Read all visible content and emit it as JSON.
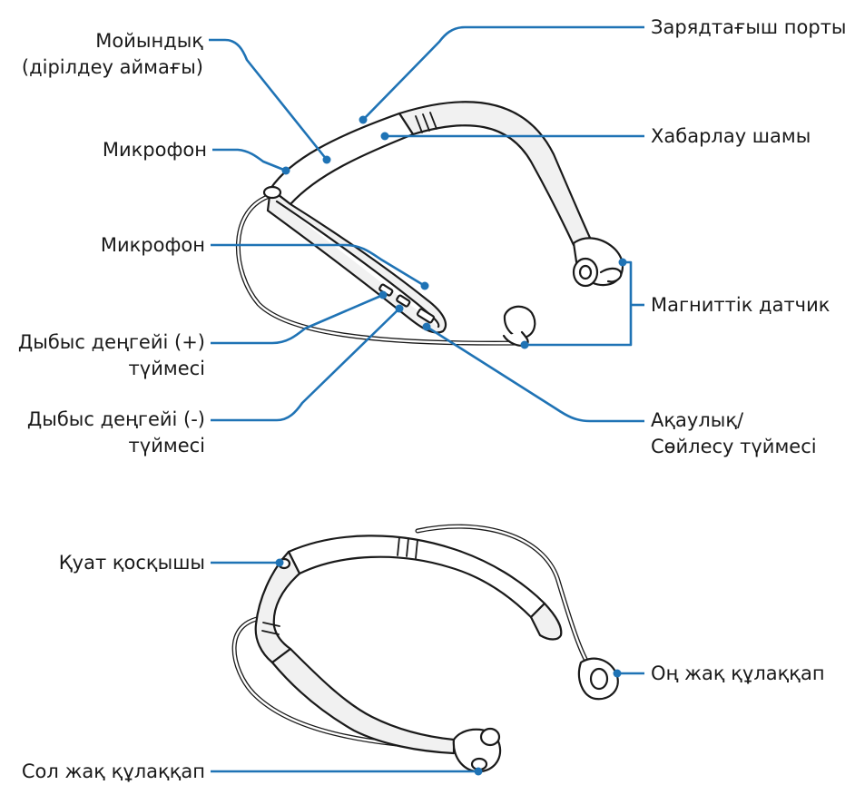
{
  "labels": {
    "neckband": [
      "Мойындық",
      "(дірілдеу аймағы)"
    ],
    "microphone_top": "Микрофон",
    "microphone_bottom": "Микрофон",
    "volume_up": [
      "Дыбыс деңгейі (+)",
      "түймесі"
    ],
    "volume_down": [
      "Дыбыс деңгейі (-)",
      "түймесі"
    ],
    "charging_port": "Зарядтағыш порты",
    "indicator_light": "Хабарлау шамы",
    "magnetic_sensor": "Магниттік датчик",
    "end_talk": [
      "Ақаулық/",
      "Сөйлесу түймесі"
    ],
    "power_switch": "Қуат қосқышы",
    "right_earbud": "Оң жақ құлаққап",
    "left_earbud": "Сол жақ құлаққап"
  },
  "colors": {
    "leader": "#1f73b5",
    "text": "#1a1a1a",
    "outline": "#1a1a1a"
  }
}
